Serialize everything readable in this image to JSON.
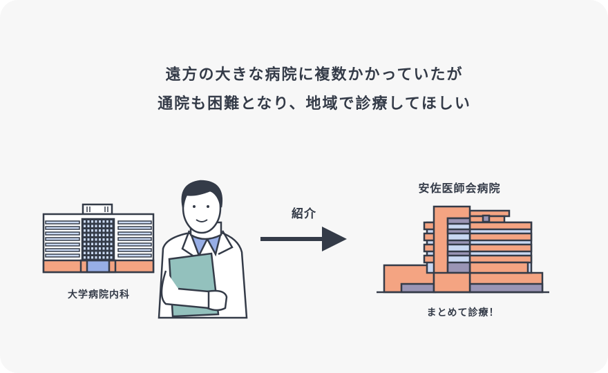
{
  "headline": {
    "line1": "遠方の大きな病院に複数かかっていたが",
    "line2": "通院も困難となり、地域で診療してほしい"
  },
  "left": {
    "label": "大学病院内科"
  },
  "arrow": {
    "label": "紹介"
  },
  "right": {
    "name": "安佐医師会病院",
    "caption": "まとめて診療！"
  },
  "colors": {
    "ink": "#343b48",
    "orange": "#f4a482",
    "blue": "#c9d8f2",
    "purple": "#9a95b5",
    "teal": "#93c1bd",
    "bg": "#f7f7f7"
  }
}
